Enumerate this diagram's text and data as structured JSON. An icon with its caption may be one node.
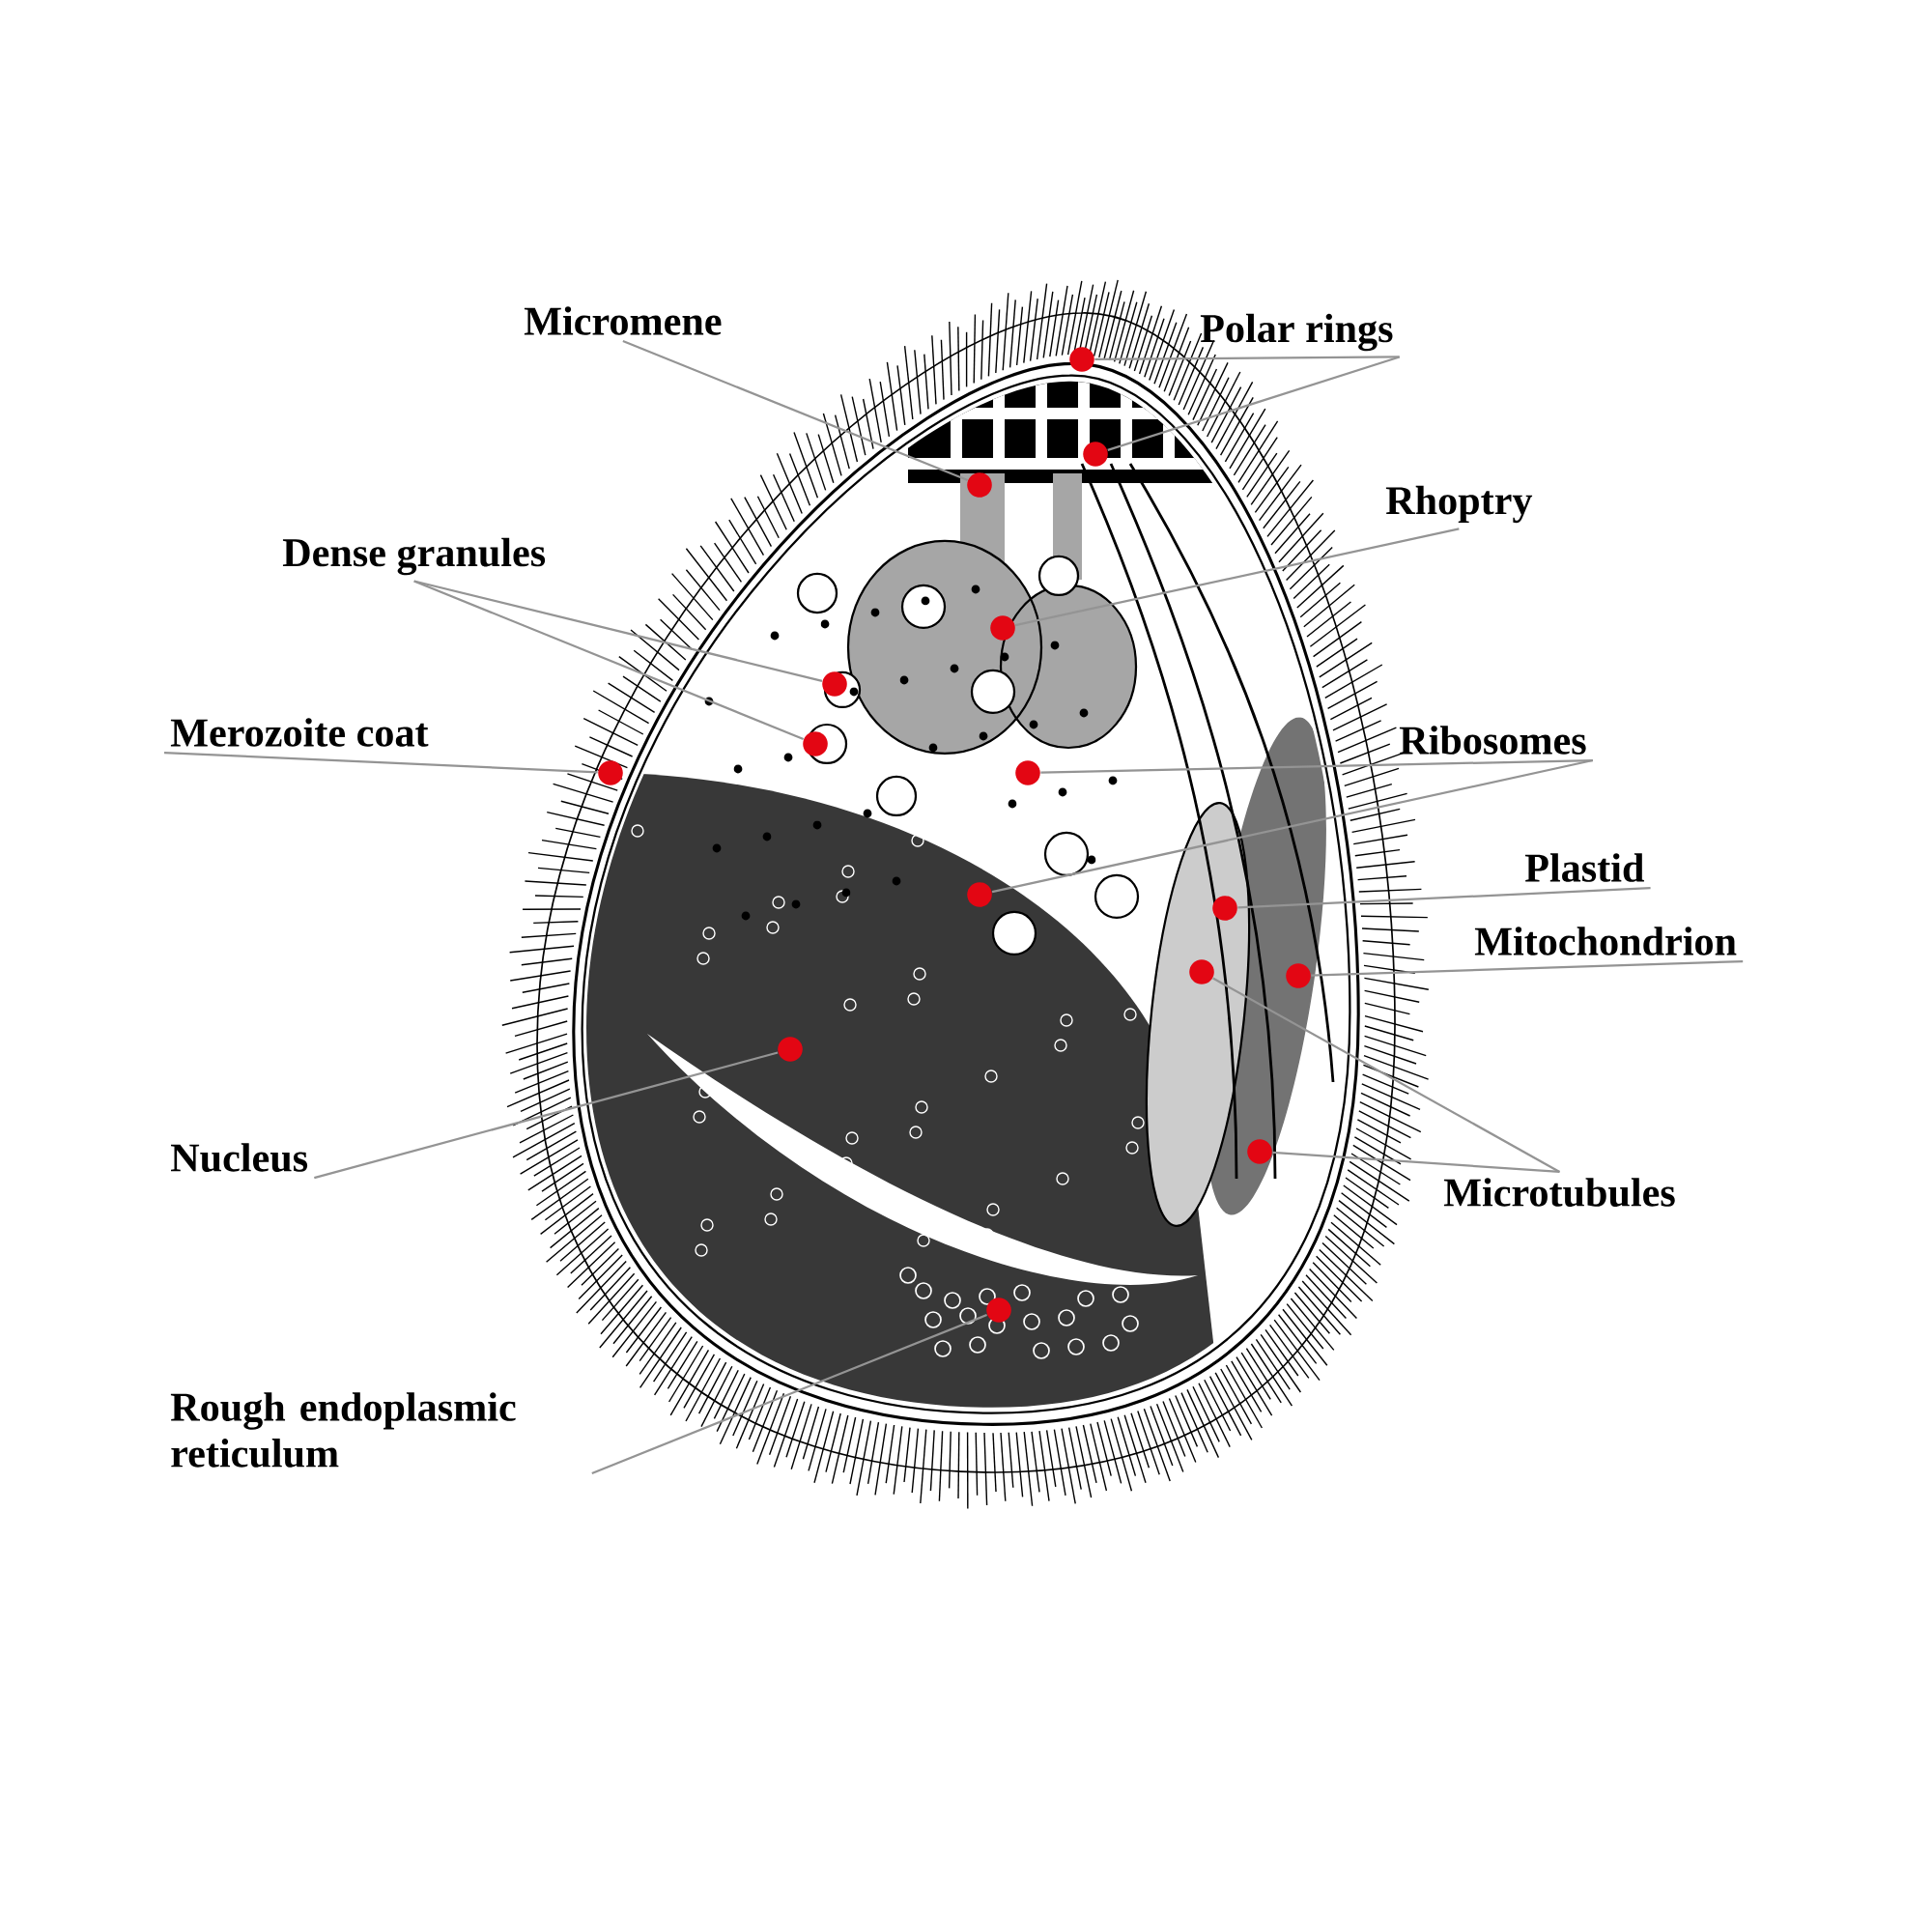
{
  "diagram": {
    "nodes": [
      {
        "text": [
          "Micromene"
        ]
      },
      {
        "text": [
          "Polar rings"
        ]
      },
      {
        "text": [
          "Rhoptry"
        ]
      },
      {
        "text": [
          "Dense granules"
        ]
      },
      {
        "text": [
          "Merozoite coat"
        ]
      },
      {
        "text": [
          "Ribosomes"
        ]
      },
      {
        "text": [
          "Plastid"
        ]
      },
      {
        "text": [
          "Mitochondrion"
        ]
      },
      {
        "text": [
          "Nucleus"
        ]
      },
      {
        "text": [
          "Microtubules"
        ]
      },
      {
        "text": [
          "Rough endoplasmic reticulum"
        ]
      },
      {
        "text": [],
        "shape": "circle"
      },
      {
        "text": [],
        "shape": "circle"
      },
      {
        "text": [],
        "shape": "circle"
      },
      {
        "text": [],
        "shape": "circle"
      },
      {
        "text": [],
        "shape": "circle"
      },
      {
        "text": [],
        "shape": "circle"
      },
      {
        "text": [],
        "shape": "circle"
      },
      {
        "text": [],
        "shape": "circle"
      },
      {
        "text": [],
        "shape": "circle"
      },
      {
        "text": [],
        "shape": "circle"
      },
      {
        "text": [],
        "shape": "circle"
      },
      {
        "text": [],
        "shape": "circle"
      },
      {
        "text": [],
        "shape": "circle"
      },
      {
        "text": [],
        "shape": "circle"
      },
      {
        "text": [],
        "shape": "circle"
      }
    ],
    "edges": [
      {
        "from": 0,
        "to": 11,
        "arrow": "none"
      },
      {
        "from": 1,
        "to": 12,
        "arrow": "none"
      },
      {
        "from": 1,
        "to": 13,
        "arrow": "none"
      },
      {
        "from": 2,
        "to": 14,
        "arrow": "none"
      },
      {
        "from": 3,
        "to": 15,
        "arrow": "none"
      },
      {
        "from": 3,
        "to": 16,
        "arrow": "none"
      },
      {
        "from": 4,
        "to": 17,
        "arrow": "none"
      },
      {
        "from": 5,
        "to": 18,
        "arrow": "none"
      },
      {
        "from": 5,
        "to": 19,
        "arrow": "none"
      },
      {
        "from": 6,
        "to": 20,
        "arrow": "none"
      },
      {
        "from": 7,
        "to": 21,
        "arrow": "none"
      },
      {
        "from": 8,
        "to": 22,
        "arrow": "none"
      },
      {
        "from": 9,
        "to": 23,
        "arrow": "none"
      },
      {
        "from": 9,
        "to": 24,
        "arrow": "none"
      },
      {
        "from": 10,
        "to": 25,
        "arrow": "none"
      }
    ]
  }
}
